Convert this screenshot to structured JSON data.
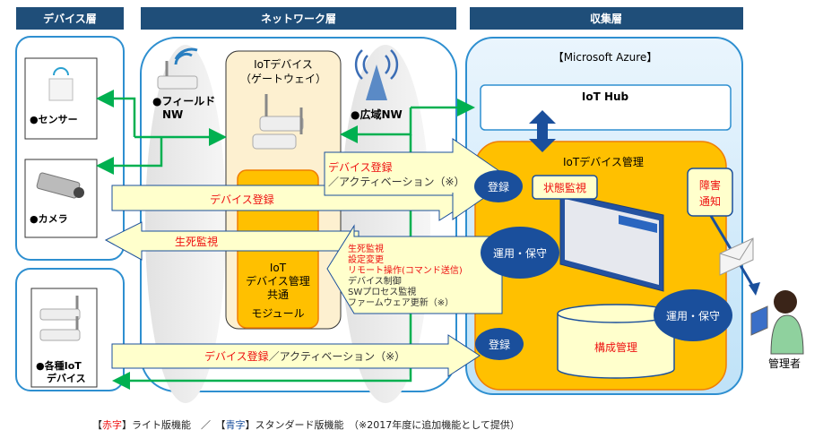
{
  "layers": {
    "device": "デバイス層",
    "network": "ネットワーク層",
    "collection": "収集層"
  },
  "devices": {
    "sensor": "●センサー",
    "camera": "●カメラ",
    "various_line1": "●各種IoT",
    "various_line2": "デバイス"
  },
  "network": {
    "field_nw_line1": "●フィールド",
    "field_nw_line2": "NW",
    "wide_nw": "●広域NW",
    "gateway_line1": "IoTデバイス",
    "gateway_line2": "（ゲートウェイ）",
    "module_line1": "IoT",
    "module_line2": "デバイス管理",
    "module_line3": "共通",
    "module_line4": "モジュール"
  },
  "azure": {
    "label": "【Microsoft Azure】",
    "iot_hub": "IoT Hub",
    "device_mgmt": "IoTデバイス管理",
    "status_monitor": "状態監視",
    "fault_notice_line1": "障害",
    "fault_notice_line2": "通知",
    "config_mgmt": "構成管理",
    "register_top": "登録",
    "ops_left": "運用・保守",
    "ops_right": "運用・保守",
    "register_bottom": "登録"
  },
  "arrows": {
    "gw_register_line1": "デバイス登録",
    "gw_register_line2": "／アクティベーション（※）",
    "device_register": "デバイス登録",
    "heartbeat": "生死監視",
    "ops_items": [
      {
        "text": "生死監視",
        "color": "red"
      },
      {
        "text": "設定変更",
        "color": "red"
      },
      {
        "text": "リモート操作(コマンド送信)",
        "color": "red"
      },
      {
        "text": "デバイス制御",
        "color": "dark"
      },
      {
        "text": "SWプロセス監視",
        "color": "dark"
      },
      {
        "text": "ファームウェア更新（※）",
        "color": "dark"
      }
    ],
    "bottom_register_red": "デバイス登録",
    "bottom_register_rest": "／アクティベーション（※）"
  },
  "admin": "管理者",
  "legend": {
    "open1": "【",
    "red_word": "赤字",
    "close1": "】ライト版機能　／　【",
    "blue_word": "青字",
    "close2": "】スタンダード版機能　（※2017年度に追加機能として提供）"
  },
  "colors": {
    "header": "#1f4e79",
    "frame_blue": "#2e8fd0",
    "arrow_fill": "#ffffcc",
    "orange": "#ffc000",
    "circle_navy": "#1a4f9c",
    "green_line": "#00b050",
    "red_text": "#ee1111",
    "blue_text": "#1a4f9c"
  }
}
